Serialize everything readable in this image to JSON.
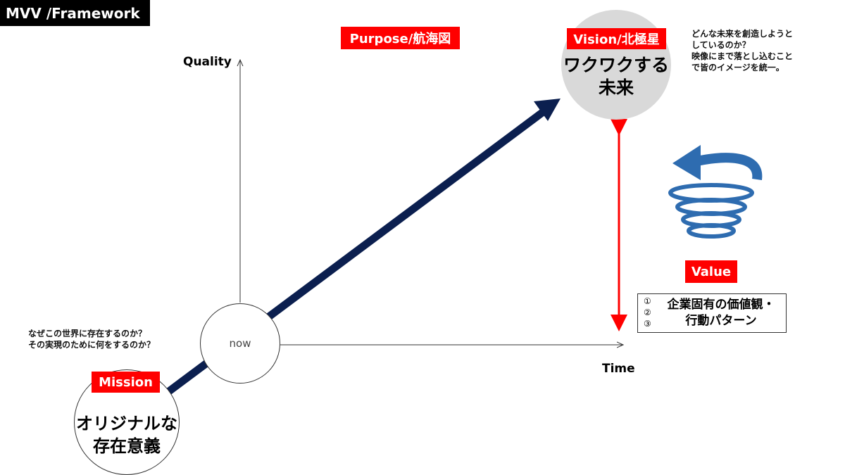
{
  "title": "MVV /Framework",
  "purpose_label": "Purpose/航海図",
  "axes": {
    "y_label": "Quality",
    "x_label": "Time"
  },
  "now_label": "now",
  "vision": {
    "label": "Vision/北極星",
    "text_line1": "ワクワクする",
    "text_line2": "未来",
    "description": [
      "どんな未来を創造しようと",
      "しているのか？",
      "映像にまで落とし込むこと",
      "で皆のイメージを統一。"
    ]
  },
  "mission": {
    "label": "Mission",
    "text_line1": "オリジナルな",
    "text_line2": "存在意義",
    "description": [
      "なぜこの世界に存在するのか？",
      "その実現のために何をするのか？"
    ]
  },
  "value": {
    "label": "Value",
    "markers": [
      "①",
      "②",
      "③"
    ],
    "text_line1": "企業固有の価値観・",
    "text_line2": "行動パターン"
  },
  "colors": {
    "accent": "#ff0000",
    "arrow": "#0b1f4f",
    "spiral": "#2e6cb0",
    "vision_circle": "#d9d9d9"
  }
}
